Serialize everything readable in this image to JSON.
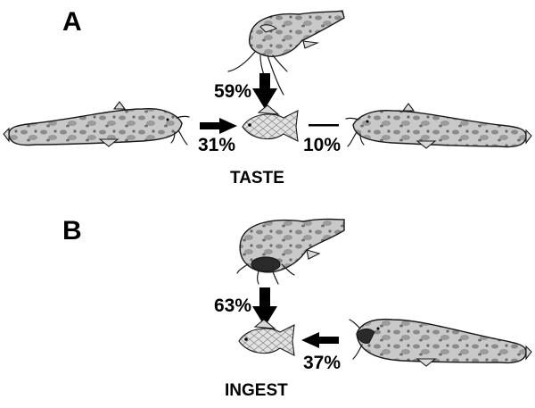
{
  "panels": [
    {
      "letter": "A",
      "caption": "TASTE",
      "arrows": [
        {
          "from": "top-catfish",
          "percent": "59%",
          "value": 59
        },
        {
          "from": "left-catfish",
          "percent": "31%",
          "value": 31
        },
        {
          "from": "right-catfish",
          "percent": "10%",
          "value": 10
        }
      ]
    },
    {
      "letter": "B",
      "caption": "INGEST",
      "arrows": [
        {
          "from": "top-catfish",
          "percent": "63%",
          "value": 63
        },
        {
          "from": "right-catfish",
          "percent": "37%",
          "value": 37
        }
      ]
    }
  ],
  "colors": {
    "ink": "#000000",
    "fish_fill": "#c8c8c8",
    "background": "#ffffff"
  }
}
